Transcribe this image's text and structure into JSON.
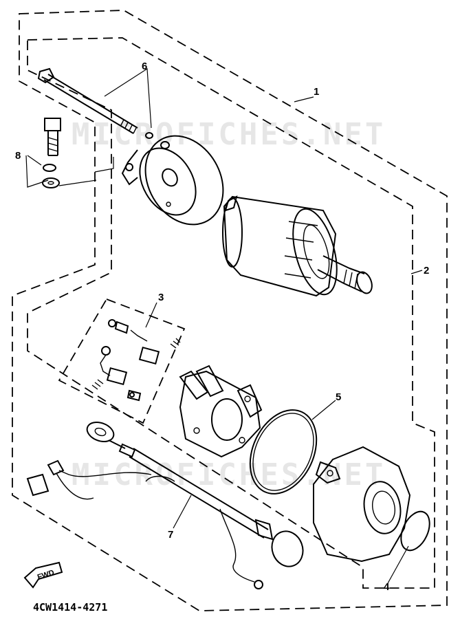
{
  "diagram": {
    "part_code": "4CW1414-4271",
    "watermark": "MICROFICHES.NET",
    "direction_label": "FWD",
    "callouts": [
      "1",
      "2",
      "3",
      "4",
      "5",
      "6",
      "7",
      "8"
    ]
  }
}
